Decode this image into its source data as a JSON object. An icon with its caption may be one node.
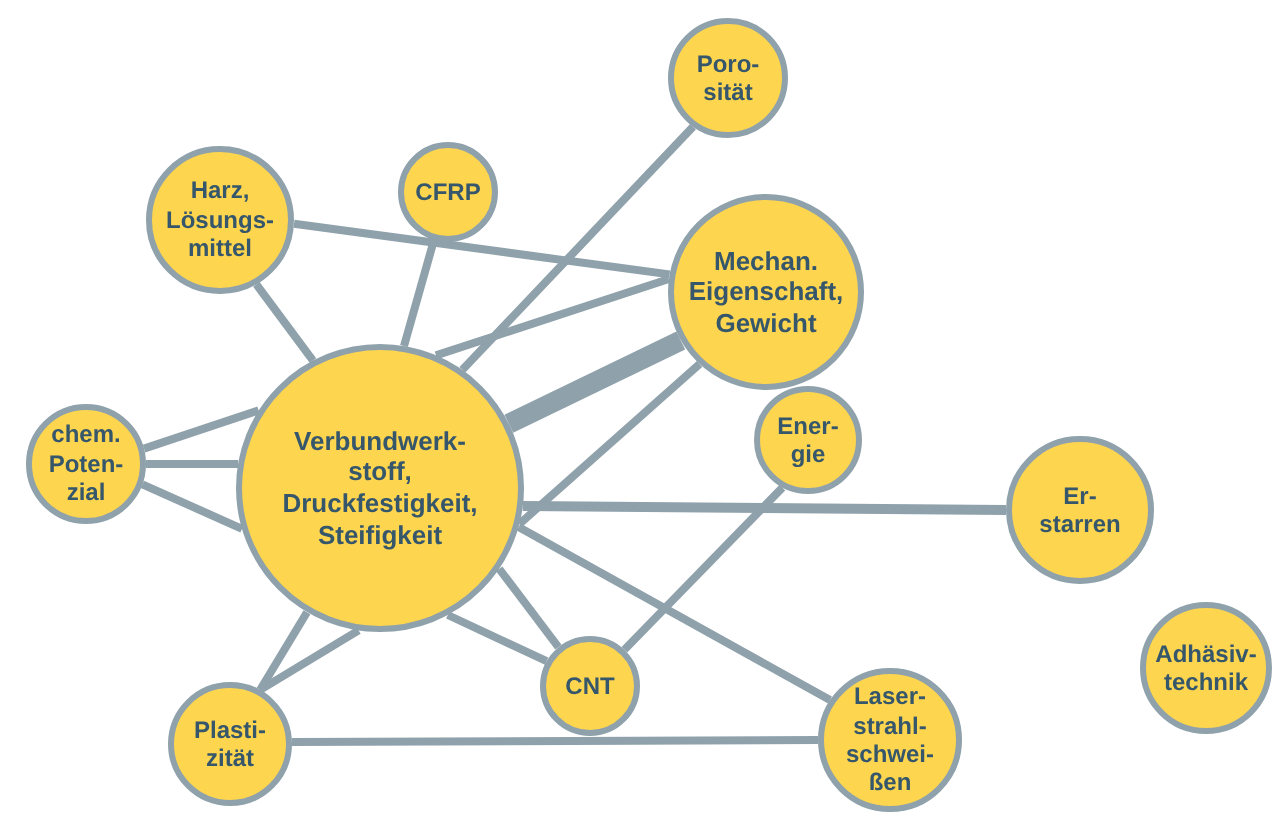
{
  "diagram": {
    "nodes": [
      {
        "text": [
          "Poro- sität"
        ]
      },
      {
        "text": [
          "Harz, Lösungs- mittel"
        ]
      },
      {
        "text": [
          "CFRP"
        ]
      },
      {
        "text": [
          "Mechan. Eigenschaft, Gewicht"
        ]
      },
      {
        "text": [
          "chem. Poten- zial"
        ]
      },
      {
        "text": [
          "Verbundwerk- stoff, Druckfestigkeit, Steifigkeit"
        ]
      },
      {
        "text": [
          "Ener- gie"
        ]
      },
      {
        "text": [
          "Er- starren"
        ]
      },
      {
        "text": [
          "Adhäsiv- technik"
        ]
      },
      {
        "text": [
          "CNT"
        ]
      },
      {
        "text": [
          "Plasti- zität"
        ]
      },
      {
        "text": [
          "Laser- strahl- schwei- ßen"
        ]
      }
    ],
    "edges": [
      {
        "from": 1,
        "to": 3,
        "arrow": "none"
      },
      {
        "from": 1,
        "to": 5,
        "arrow": "none"
      },
      {
        "from": 2,
        "to": 5,
        "arrow": "none"
      },
      {
        "from": 0,
        "to": 5,
        "arrow": "none"
      },
      {
        "from": 4,
        "to": 5,
        "arrow": "none"
      },
      {
        "from": 5,
        "to": 3,
        "arrow": "none",
        "style": "thick"
      },
      {
        "from": 5,
        "to": 3,
        "arrow": "none"
      },
      {
        "from": 4,
        "to": 5,
        "arrow": "none"
      },
      {
        "from": 4,
        "to": 5,
        "arrow": "none"
      },
      {
        "from": 5,
        "to": 9,
        "arrow": "none"
      },
      {
        "from": 5,
        "to": 7,
        "arrow": "none"
      },
      {
        "from": 5,
        "to": 11,
        "arrow": "none"
      },
      {
        "from": 6,
        "to": 9,
        "arrow": "none"
      },
      {
        "from": 10,
        "to": 5,
        "arrow": "none"
      },
      {
        "from": 10,
        "to": 5,
        "arrow": "none"
      },
      {
        "from": 10,
        "to": 11,
        "arrow": "none"
      },
      {
        "from": 5,
        "to": 3,
        "arrow": "none"
      },
      {
        "from": 5,
        "to": 9,
        "arrow": "none"
      }
    ]
  }
}
